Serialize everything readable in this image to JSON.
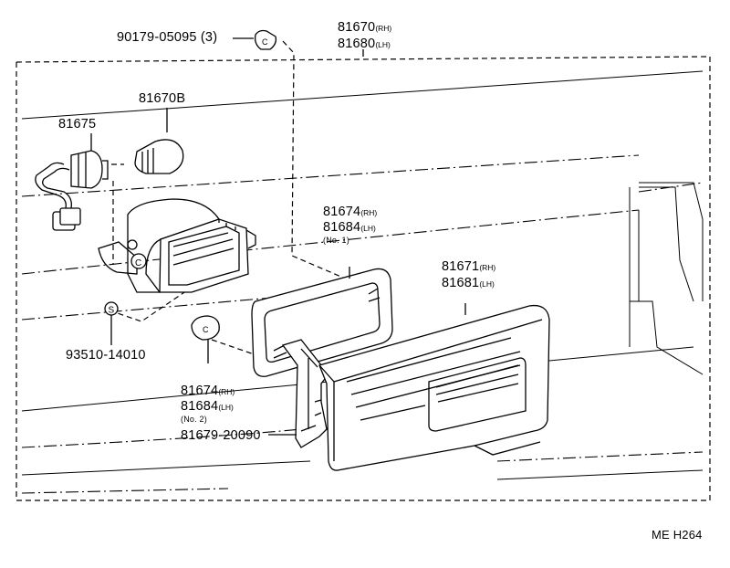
{
  "labels": {
    "bolt": {
      "part": "90179-05095",
      "qty": "(3)"
    },
    "assembly": {
      "rh": "81670",
      "rh_tag": "(RH)",
      "lh": "81680",
      "lh_tag": "(LH)"
    },
    "bulb": "81670B",
    "socket": "81675",
    "gasket": {
      "rh": "81674",
      "rh_tag": "(RH)",
      "lh": "81684",
      "lh_tag": "(LH)",
      "no": "(No. 1)"
    },
    "lens": {
      "rh": "81671",
      "rh_tag": "(RH)",
      "lh": "81681",
      "lh_tag": "(LH)"
    },
    "clip": "93510-14010",
    "gasket2": {
      "rh": "81674",
      "rh_tag": "(RH)",
      "lh": "81684",
      "lh_tag": "(LH)",
      "no": "(No. 2)"
    },
    "bracket": "81679-20090",
    "code": "ME H264",
    "symbol_s": "S",
    "symbol_c": "C"
  }
}
